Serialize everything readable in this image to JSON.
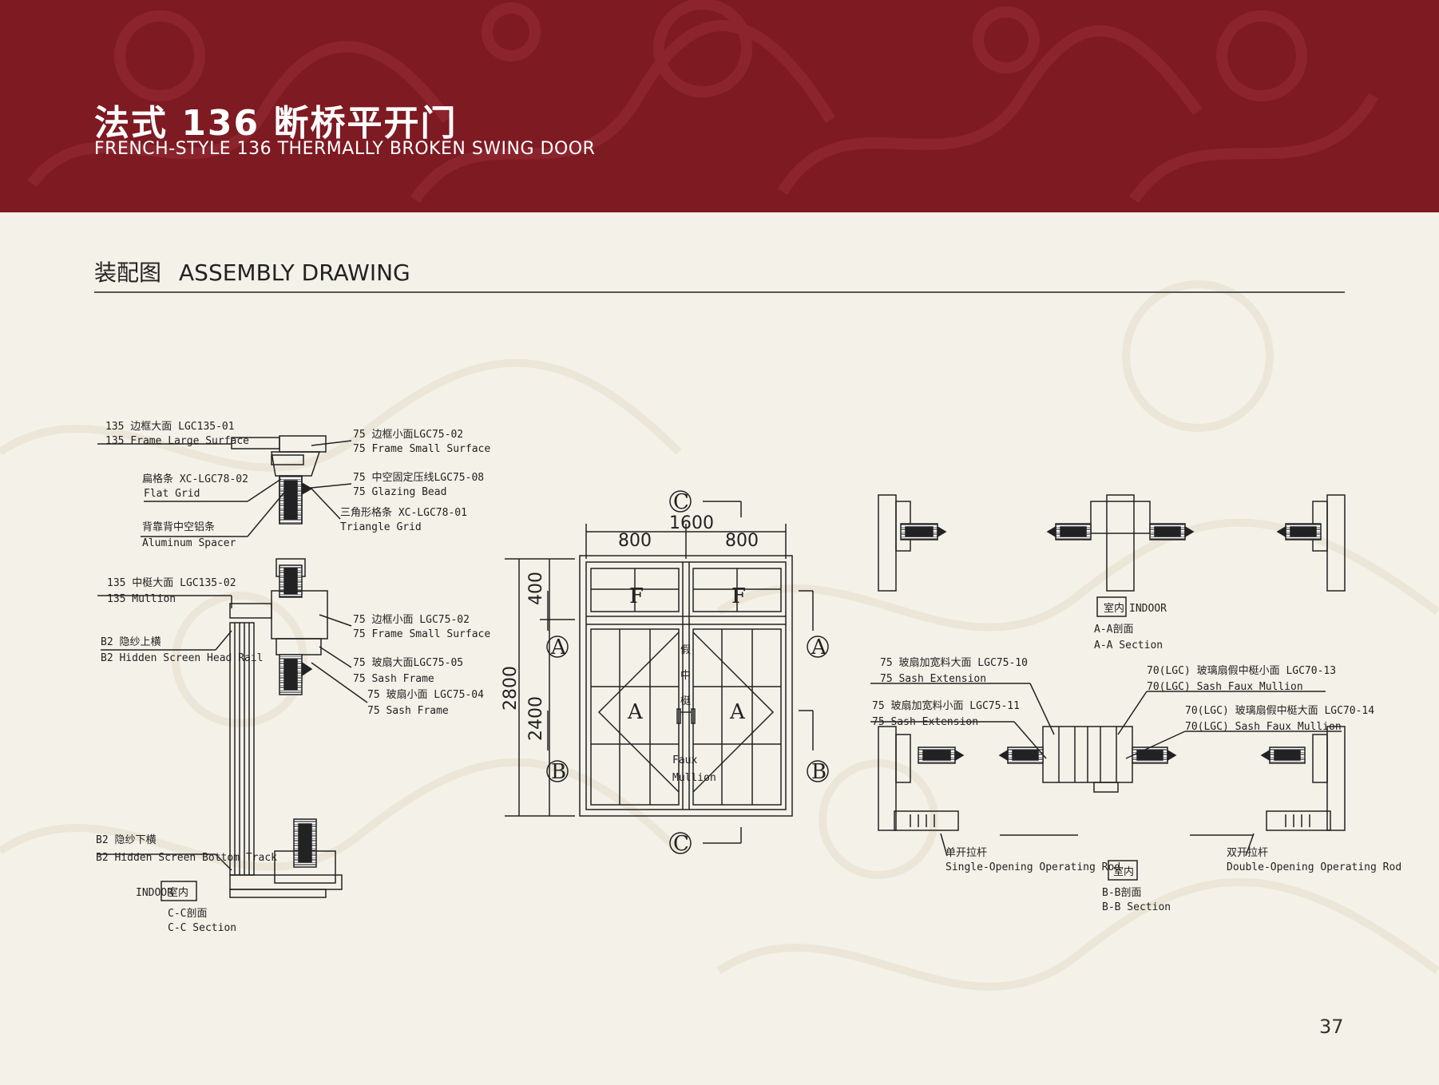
{
  "header": {
    "title_cn": "法式 136 断桥平开门",
    "title_en": "FRENCH-STYLE 136 THERMALLY BROKEN SWING DOOR"
  },
  "section": {
    "title_cn": "装配图",
    "title_en": "ASSEMBLY DRAWING"
  },
  "cc_section_labels": {
    "frame_large_cn": "135 边框大面 LGC135-01",
    "frame_large_en": "135 Frame Large Surface",
    "frame_small_cn": "75 边框小面LGC75-02",
    "frame_small_en": "75 Frame Small Surface",
    "flat_grid_cn": "扁格条 XC-LGC78-02",
    "flat_grid_en": "Flat Grid",
    "glazing_bead_cn": "75 中空固定压线LGC75-08",
    "glazing_bead_en": "75 Glazing Bead",
    "triangle_grid_cn": "三角形格条 XC-LGC78-01",
    "triangle_grid_en": "Triangle Grid",
    "spacer_cn": "背靠背中空铝条",
    "spacer_en": "Aluminum Spacer",
    "mullion_cn": "135 中梃大面 LGC135-02",
    "mullion_en": "135 Mullion",
    "frame_small2_cn": "75 边框小面 LGC75-02",
    "frame_small2_en": "75 Frame Small Surface",
    "screen_head_cn": "B2 隐纱上横",
    "screen_head_en": "B2 Hidden Screen Head Rail",
    "sash_large_cn": "75 玻扇大面LGC75-05",
    "sash_large_en": "75 Sash Frame",
    "sash_small_cn": "75 玻扇小面 LGC75-04",
    "sash_small_en": "75 Sash Frame",
    "screen_bottom_cn": "B2 隐纱下横",
    "screen_bottom_en": "B2 Hidden Screen Bottom Track",
    "indoor_en": "INDOOR",
    "indoor_cn": "室内",
    "section_cn": "C-C剖面",
    "section_en": "C-C Section"
  },
  "elevation": {
    "width_total": "1600",
    "width_left": "800",
    "width_right": "800",
    "height_total": "2800",
    "height_top": "400",
    "height_door": "2400",
    "marker_a": "A",
    "marker_b": "B",
    "marker_c": "C",
    "pane_f": "F",
    "pane_a": "A",
    "faux_cn_1": "假",
    "faux_cn_2": "中",
    "faux_cn_3": "梃",
    "faux_en_1": "Faux",
    "faux_en_2": "Mullion"
  },
  "aa_section": {
    "indoor_cn": "室内",
    "indoor_en": "INDOOR",
    "section_cn": "A-A剖面",
    "section_en": "A-A Section"
  },
  "bb_section": {
    "sash_ext_large_cn": "75 玻扇加宽料大面 LGC75-10",
    "sash_ext_large_en": "75 Sash Extension",
    "sash_ext_small_cn": "75 玻扇加宽料小面 LGC75-11",
    "sash_ext_small_en": "75 Sash Extension",
    "faux_small_cn": "70(LGC) 玻璃扇假中梃小面 LGC70-13",
    "faux_small_en": "70(LGC) Sash Faux Mullion",
    "faux_large_cn": "70(LGC) 玻璃扇假中梃大面 LGC70-14",
    "faux_large_en": "70(LGC) Sash Faux Mullion",
    "single_rod_cn": "单开拉杆",
    "single_rod_en": "Single-Opening Operating Rod",
    "double_rod_cn": "双开拉杆",
    "double_rod_en": "Double-Opening Operating Rod",
    "indoor_cn": "室内",
    "section_cn": "B-B剖面",
    "section_en": "B-B Section"
  },
  "page_number": "37",
  "colors": {
    "header_bg": "#7e1a22",
    "page_bg": "#f4f1e8",
    "line": "#222222"
  }
}
